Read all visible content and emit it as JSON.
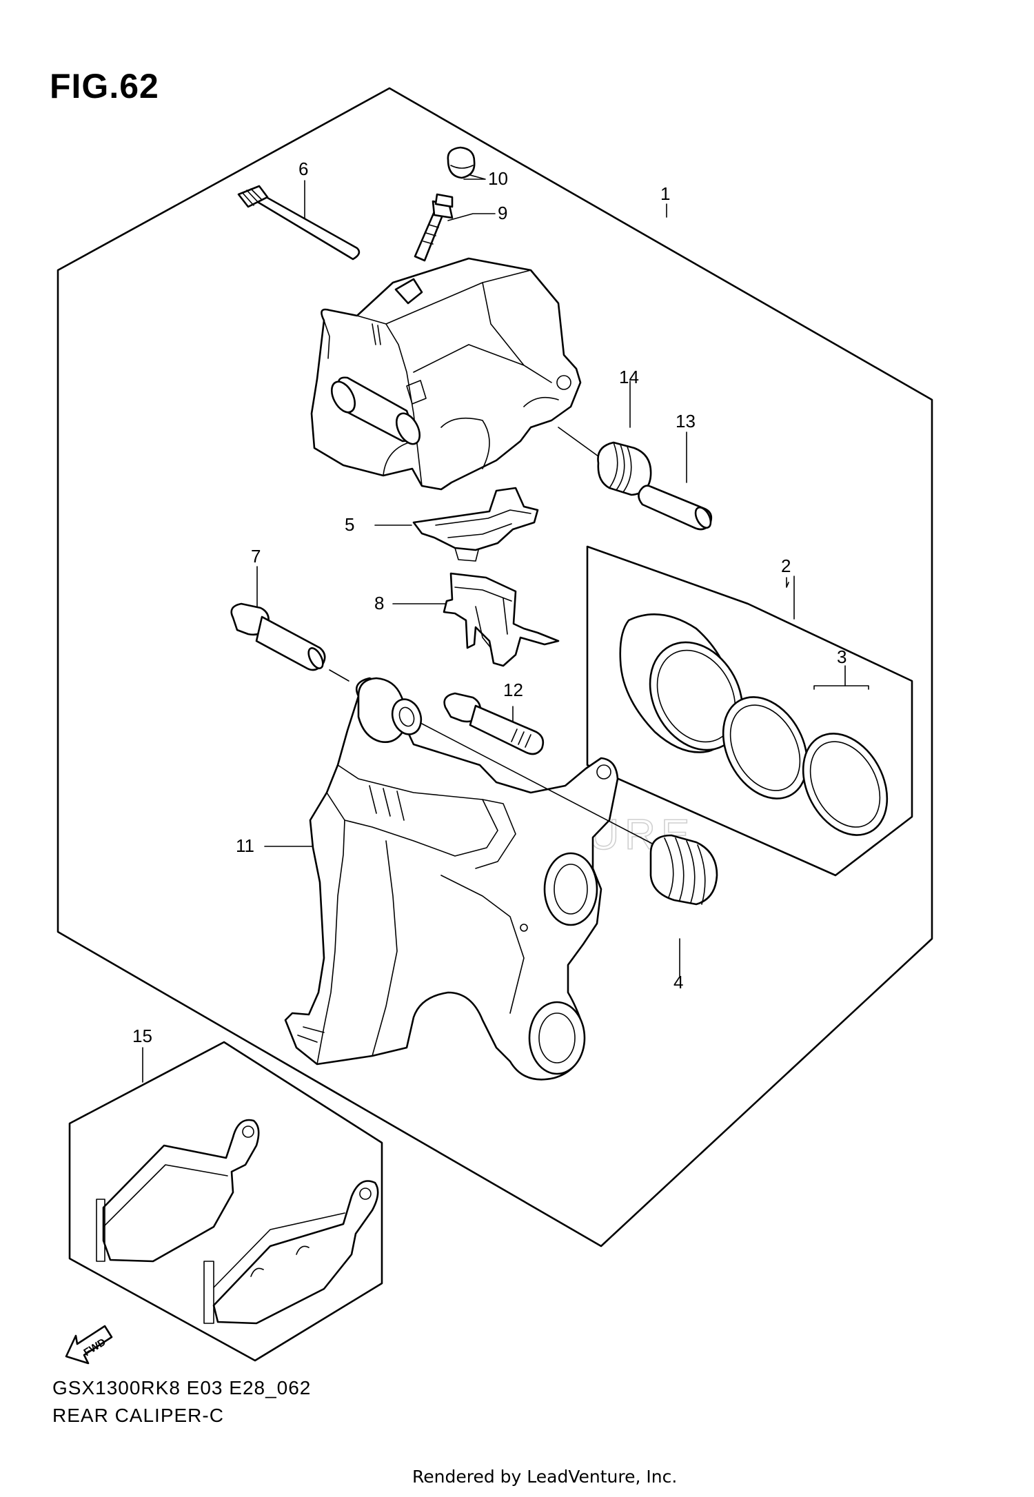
{
  "figure": {
    "title": "FIG.62",
    "model_code": "GSX1300RK8 E03 E28_062",
    "name": "REAR CALIPER-C"
  },
  "callouts": [
    "1",
    "2",
    "3",
    "4",
    "5",
    "6",
    "7",
    "8",
    "9",
    "10",
    "11",
    "12",
    "13",
    "14",
    "15"
  ],
  "direction_marker": "FWD",
  "watermark": "LEADVENTURE",
  "footer": {
    "credit": "Rendered by LeadVenture, Inc."
  }
}
